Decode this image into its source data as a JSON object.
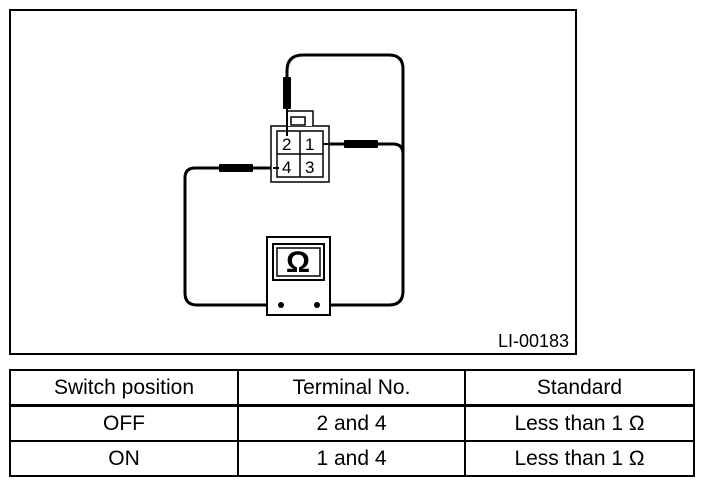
{
  "figure": {
    "figure_id": "LI-00183",
    "connector_pins": [
      "2",
      "1",
      "4",
      "3"
    ],
    "meter_symbol": "Ω",
    "icons": [
      "ohmmeter-icon",
      "connector-icon",
      "probe-icon"
    ]
  },
  "table": {
    "headers": [
      "Switch position",
      "Terminal No.",
      "Standard"
    ],
    "rows": [
      [
        "OFF",
        "2 and 4",
        "Less than 1 Ω"
      ],
      [
        "ON",
        "1 and 4",
        "Less than 1 Ω"
      ]
    ]
  }
}
